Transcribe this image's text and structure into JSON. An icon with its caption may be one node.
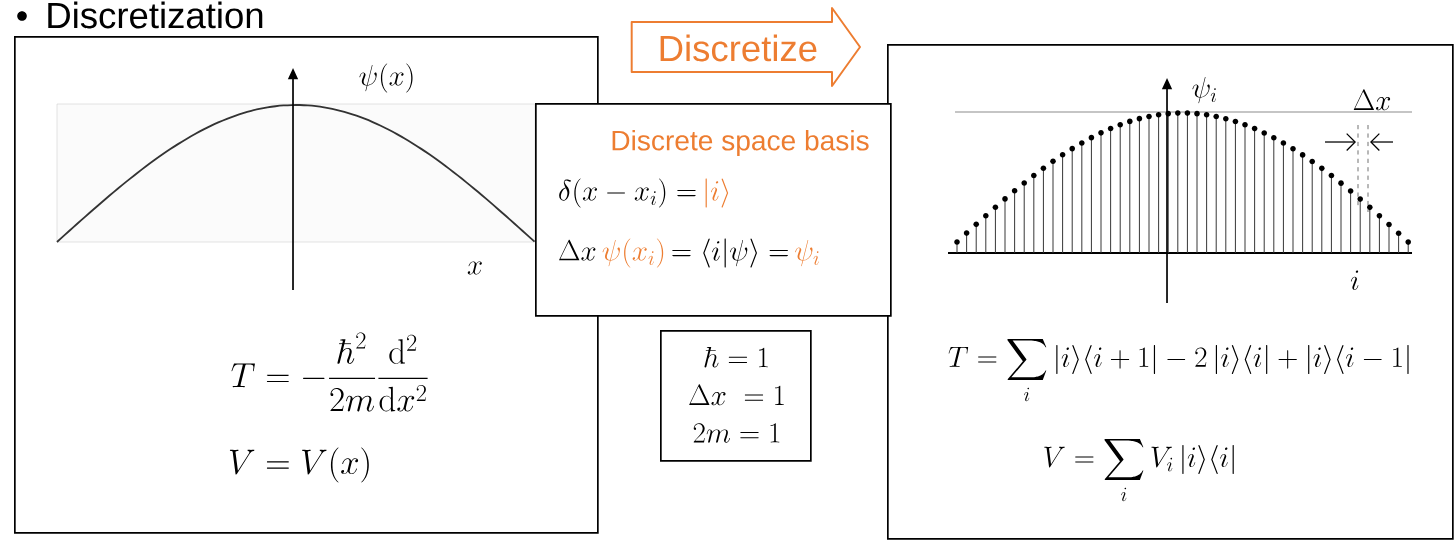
{
  "diagram": {
    "title": "Discretization",
    "nodes": [
      {
        "text": [
          "\\psi(x)",
          "x",
          "T = -\\frac{\\hbar^2}{2m}\\frac{\\mathrm{d}^2}{\\mathrm{d}x^2}",
          "V = V(x)"
        ]
      },
      {
        "text": [
          "\\psi_i",
          "\\Delta x",
          "i",
          "T = \\sum_i |i\\rangle\\langle i+1| - 2\\,|i\\rangle\\langle i| + |i\\rangle\\langle i-1|",
          "V = \\sum_i V_i\\,|i\\rangle\\langle i|"
        ]
      },
      {
        "text": [
          "Discrete space basis",
          "\\delta(x-x_i) =",
          "|i\\rangle",
          "\\Delta x",
          "\\psi(x_i)",
          "= \\langle i|\\psi\\rangle =",
          "\\psi_i"
        ]
      },
      {
        "text": [
          "\\hbar = 1",
          "\\Delta x\\ = 1",
          "2m = 1"
        ]
      }
    ],
    "edges": [
      {
        "from": 0,
        "to": 1,
        "arrow": "to",
        "label": "Discretize",
        "color": "#ed7d31",
        "style": "thick"
      }
    ]
  }
}
